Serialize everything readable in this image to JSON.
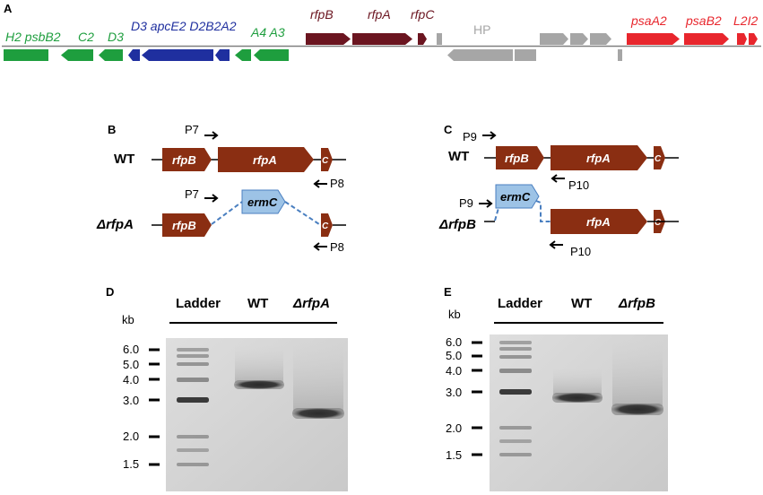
{
  "colors": {
    "green": "#1e9e3e",
    "blue": "#1f2f9f",
    "darkred": "#6b1520",
    "gray": "#a6a6a6",
    "red": "#e8262d",
    "ermc_fill": "#9dc3e6",
    "ermc_stroke": "#4a7fc0"
  },
  "panelA": {
    "label": "A",
    "genes": {
      "green1": "H2 psbB2",
      "green2": "C2",
      "green3": "D3",
      "blue": "D3 apcE2 D2B2A2",
      "green4": "A4 A3",
      "rfpB": "rfpB",
      "rfpA": "rfpA",
      "rfpC": "rfpC",
      "hp": "HP",
      "psaA2": "psaA2",
      "psaB2": "psaB2",
      "l2i2": "L2I2"
    }
  },
  "panelB": {
    "label": "B",
    "wt_label": "WT",
    "mut_label": "ΔrfpA",
    "rfpB": "rfpB",
    "rfpA": "rfpA",
    "c": "C",
    "ermC": "ermC",
    "p7": "P7",
    "p8": "P8"
  },
  "panelC": {
    "label": "C",
    "wt_label": "WT",
    "mut_label": "ΔrfpB",
    "rfpB": "rfpB",
    "rfpA": "rfpA",
    "c": "C",
    "ermC": "ermC",
    "p9": "P9",
    "p10": "P10"
  },
  "panelD": {
    "label": "D",
    "kb": "kb",
    "lanes": [
      "Ladder",
      "WT",
      "ΔrfpA"
    ],
    "markers": [
      "6.0",
      "5.0",
      "4.0",
      "3.0",
      "2.0",
      "1.5"
    ]
  },
  "panelE": {
    "label": "E",
    "kb": "kb",
    "lanes": [
      "Ladder",
      "WT",
      "ΔrfpB"
    ],
    "markers": [
      "6.0",
      "5.0",
      "4.0",
      "3.0",
      "2.0",
      "1.5"
    ]
  }
}
